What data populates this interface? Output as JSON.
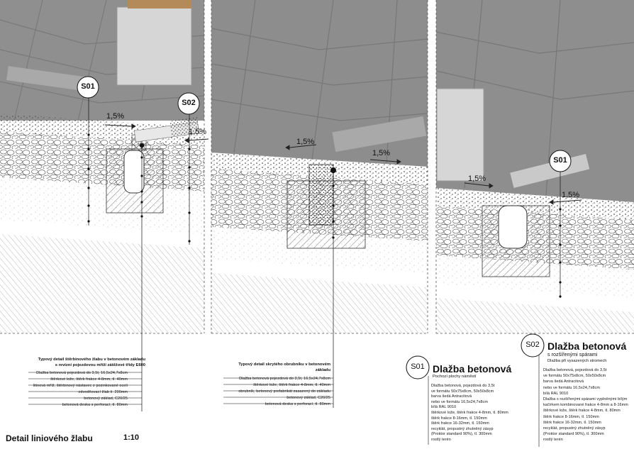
{
  "title": "Detail liniového žlabu",
  "scale": "1:10",
  "slopes": [
    "1,5%",
    "1,5%",
    "1,5%",
    "1,5%",
    "1,5%",
    "1,5%"
  ],
  "markers": [
    "S01",
    "S02",
    "S01"
  ],
  "panel1": {
    "title_lines": [
      "Typový detail štěrbinového žlabu v betonovém základu",
      "s revizní pojezdovou mříží zátěžové třídy E600"
    ],
    "lines": [
      "Dlažba betonová pojezdová do 3,5t, 16,5x24,7x8cm",
      "štěrkové lože, štěrk frakce 4-8mm, tl. 40mm",
      "litinová mříž, štěrbinový nástavec z pozinkované oceli",
      "odvodňovací žlab š. 200mm",
      "betonový základ, C20/25",
      "betonová deska s perforací, tl. 80mm"
    ]
  },
  "panel2": {
    "title_lines": [
      "Typový detail skrytého obrubníku v betonovém",
      "základu"
    ],
    "lines": [
      "Dlažba betonová pojezdová do 3,5t, 16,5x24,7x8cm",
      "štěrkové lože, štěrk frakce 4-8mm, tl. 40mm",
      "obrubník, betonový prefabrikát zasazený do základu",
      "betonový základ, C20/25",
      "betonová deska s perforací, tl. 80mm"
    ]
  },
  "legend_s01": {
    "code": "S01",
    "name": "Dlažba betonová",
    "subtitle": "Pochozí plochy náměstí",
    "lines": [
      "Dlažba betonová, pojezdová do 3,5t",
      "ve formátu 50x75x8cm, 50x50x8cm",
      "barva šedá Antracitová",
      "nebo ve formátu 16,5x24,7x8cm",
      "bílá RAL 9010",
      "štěrkové lože, štěrk frakce 4-8mm, tl. 80mm",
      "štěrk frakce 8-16mm, tl. 150mm",
      "štěrk frakce 16-32mm, tl. 150mm",
      "recyklát, propustný zhutněný zásyp",
      "(Proktor standard 90%), tl. 300mm",
      "rostlý terén"
    ]
  },
  "legend_s02": {
    "code": "S02",
    "name": "Dlažba betonová",
    "subtitle": "s rozšířenými spárami",
    "subtitle2": "Dlažba při vysazených stromech",
    "lines": [
      "Dlažba betonová, pojezdová do 3,5t",
      "ve formátu 50x75x8cm, 50x50x8cm",
      "barva šedá Antracitová",
      "nebo ve formátu 16,5x24,7x8cm",
      "bílá RAL 9010",
      "Dlažba s rozšířenými spárami vyplněnými bílým",
      "kačírkem kombinované frakce 4-8mm a 8-16mm",
      "štěrkové lože, štěrk frakce 4-8mm, tl. 80mm",
      "štěrk frakce 8-16mm, tl. 150mm",
      "štěrk frakce 16-32mm, tl. 150mm",
      "recyklát, propustný zhutněný zásyp",
      "(Proktor standard 90%), tl. 300mm",
      "rostlý terén"
    ]
  }
}
